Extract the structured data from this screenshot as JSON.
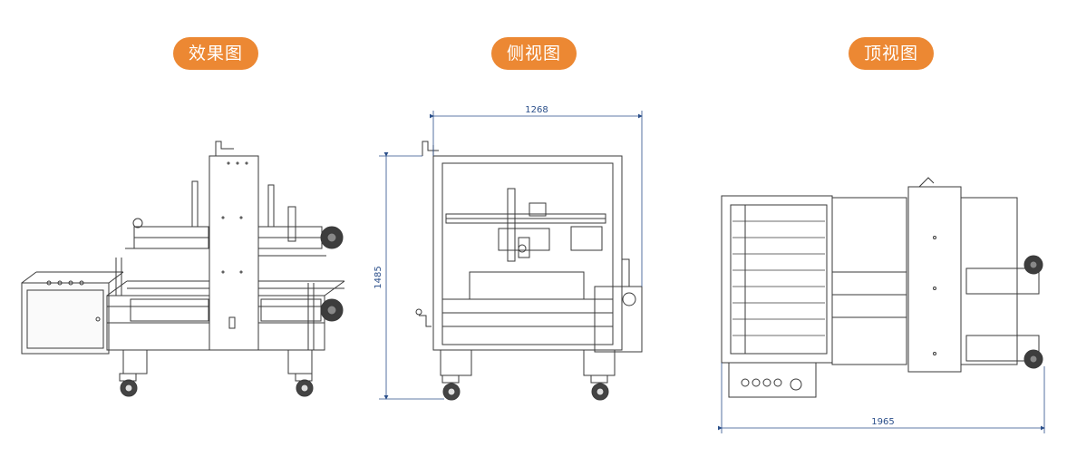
{
  "views": [
    {
      "label": "效果图"
    },
    {
      "label": "侧视图"
    },
    {
      "label": "顶视图"
    }
  ],
  "dimensions": {
    "side_width": "1268",
    "side_height": "1485",
    "top_length": "1965"
  },
  "colors": {
    "pill": "#ec8833",
    "pill_text": "#ffffff",
    "line": "#3a3a3a",
    "dimension": "#2b4f8a"
  }
}
